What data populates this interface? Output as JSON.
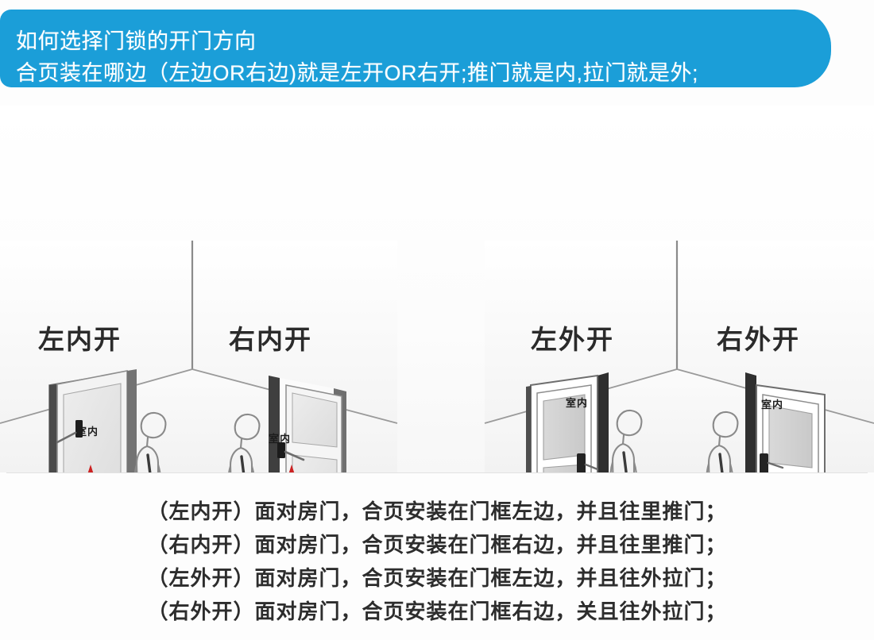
{
  "banner": {
    "line1": "如何选择门锁的开门方向",
    "line2": "合页装在哪边（左边OR右边)就是左开OR右开;推门就是内,拉门就是外;",
    "bg_color": "#1b9ed8",
    "text_color": "#ffffff"
  },
  "diagram": {
    "panels": [
      {
        "title": "左内开",
        "room_label": "室内",
        "hinge": "left",
        "swing": "inward",
        "arrow_color": "#cc2222"
      },
      {
        "title": "右内开",
        "room_label": "室内",
        "hinge": "right",
        "swing": "inward",
        "arrow_color": "#cc2222"
      },
      {
        "title": "左外开",
        "room_label": "室内",
        "hinge": "left",
        "swing": "outward",
        "arrow_color": "#d82a2a"
      },
      {
        "title": "右外开",
        "room_label": "室内",
        "hinge": "right",
        "swing": "outward",
        "arrow_color": "#d82a2a"
      }
    ]
  },
  "footer": {
    "lines": [
      "（左内开）面对房门，合页安装在门框左边，并且往里推门；",
      "（右内开）面对房门，合页安装在门框右边，并且往里推门；",
      "（左外开）面对房门，合页安装在门框左边，并且往外拉门；",
      "（右外开）面对房门，合页安装在门框右边，关且往外拉门；"
    ]
  }
}
